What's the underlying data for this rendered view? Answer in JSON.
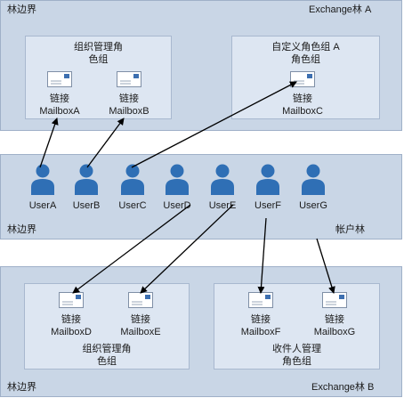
{
  "top_forest": {
    "boundary_label": "林边界",
    "title": "Exchange林 A",
    "org_role_group": {
      "label_line1": "组织管理角",
      "label_line2": "色组",
      "mailboxes": [
        {
          "link": "链接",
          "name": "MailboxA"
        },
        {
          "link": "链接",
          "name": "MailboxB"
        }
      ]
    },
    "custom_role_group": {
      "label_line1": "自定义角色组 A",
      "label_line2": "角色组",
      "mailboxes": [
        {
          "link": "链接",
          "name": "MailboxC"
        }
      ]
    }
  },
  "account_forest": {
    "boundary_label": "林边界",
    "title": "帐户林",
    "users": [
      "UserA",
      "UserB",
      "UserC",
      "UserD",
      "UserE",
      "UserF",
      "UserG"
    ]
  },
  "bottom_forest": {
    "boundary_label": "林边界",
    "title": "Exchange林 B",
    "org_role_group": {
      "label_line1": "组织管理角",
      "label_line2": "色组",
      "mailboxes": [
        {
          "link": "链接",
          "name": "MailboxD"
        },
        {
          "link": "链接",
          "name": "MailboxE"
        }
      ]
    },
    "recipient_role_group": {
      "label_line1": "收件人管理",
      "label_line2": "角色组",
      "mailboxes": [
        {
          "link": "链接",
          "name": "MailboxF"
        },
        {
          "link": "链接",
          "name": "MailboxG"
        }
      ]
    }
  },
  "colors": {
    "band": "#c9d6e6",
    "role_box": "#dde6f2",
    "user_icon": "#2f6fb5",
    "arrow": "#000000"
  }
}
